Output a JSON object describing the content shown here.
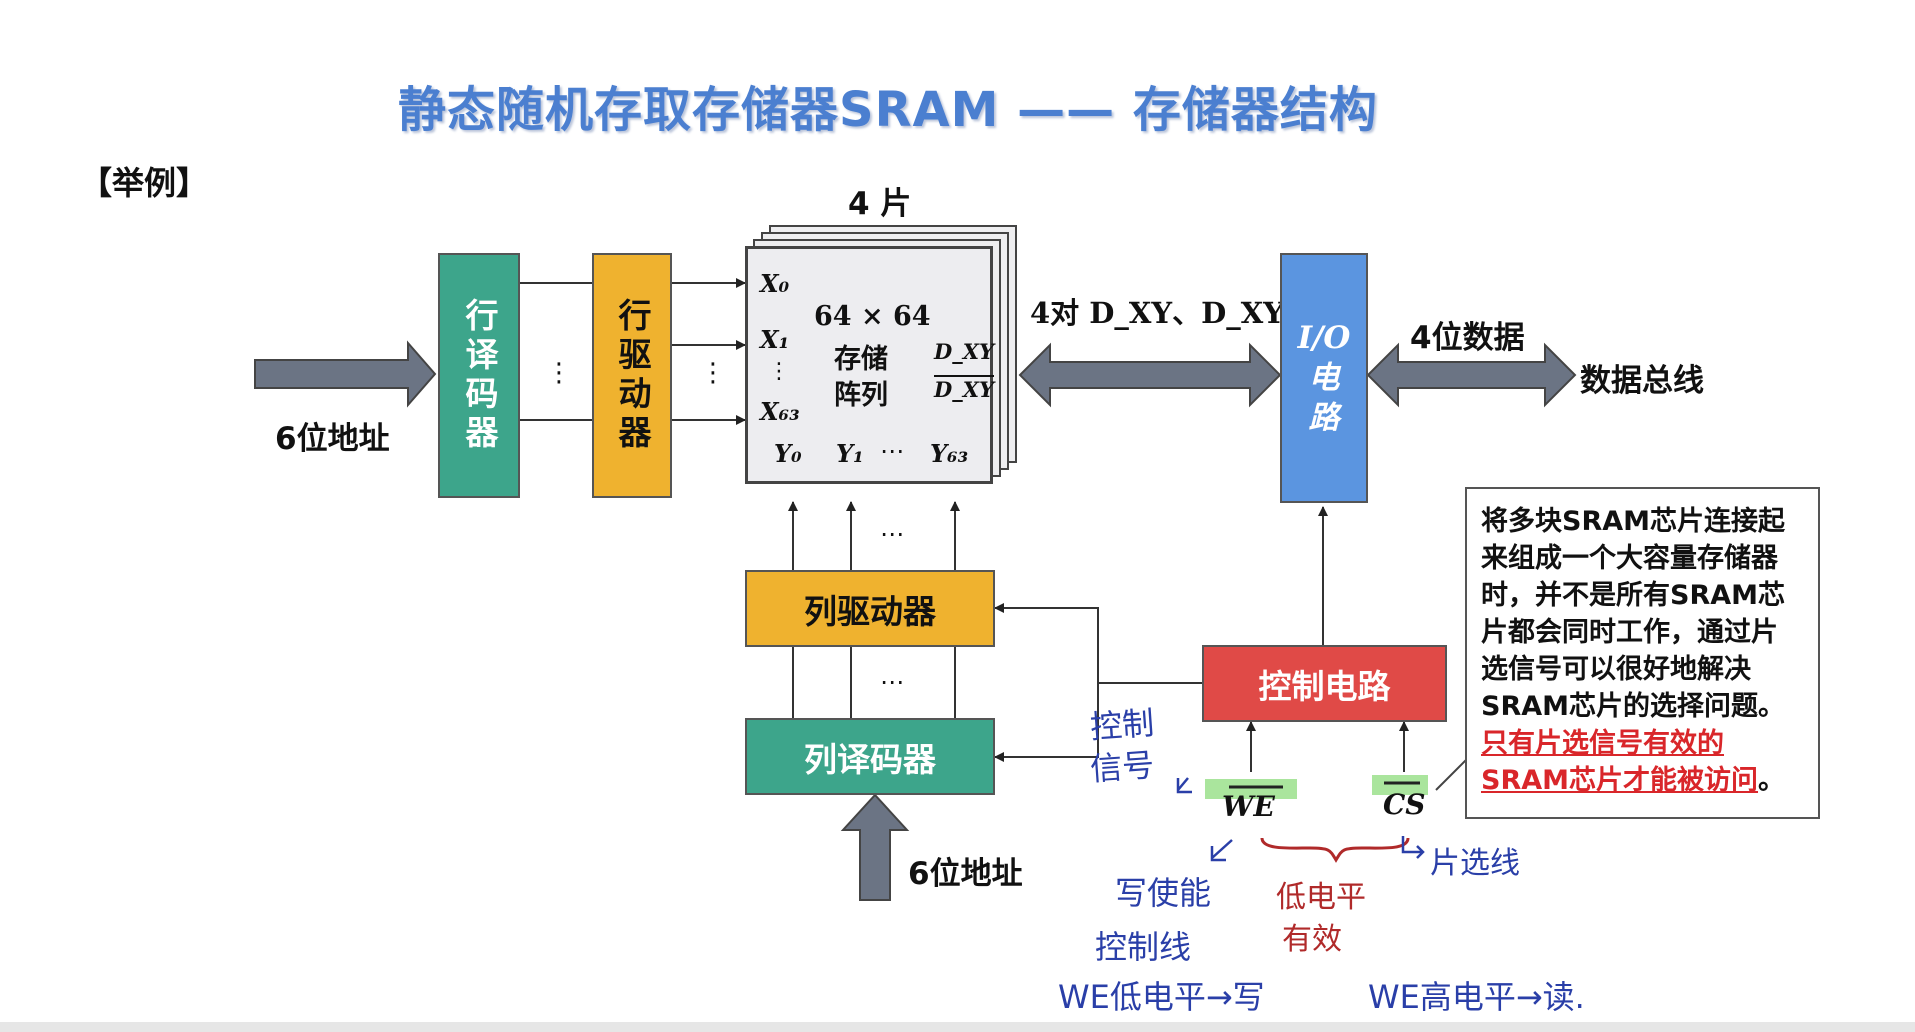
{
  "title": "静态随机存取存储器SRAM —— 存储器结构",
  "example_label": "【举例】",
  "left_address": "6位地址",
  "row_decoder": "行译码器",
  "row_driver": "行驱动器",
  "chips_label": "4 片",
  "array": {
    "size": "64 × 64",
    "name_line1": "存储",
    "name_line2": "阵列",
    "x0": "X₀",
    "x1": "X₁",
    "x63": "X₆₃",
    "dxy": "D_XY",
    "dxy_bar": "D_XY",
    "y0": "Y₀",
    "y1": "Y₁",
    "ydots": "⋯",
    "y63": "Y₆₃",
    "vdots": "⋮"
  },
  "pairs_label": "4对 D_XY、D_XY",
  "io_circuit": "I/O 电路",
  "data_bits": "4位数据",
  "data_bus": "数据总线",
  "col_driver": "列驱动器",
  "col_decoder": "列译码器",
  "bottom_address": "6位地址",
  "control_circuit": "控制电路",
  "we": "WE",
  "cs": "CS",
  "dots_h": "⋯",
  "dots_v": "⋮",
  "note": {
    "normal": "将多块SRAM芯片连接起来组成一个大容量存储器时，并不是所有SRAM芯片都会同时工作，通过片选信号可以很好地解决SRAM芯片的选择问题。",
    "highlight": "只有片选信号有效的SRAM芯片才能被访问",
    "end": "。"
  },
  "handwriting": {
    "control_signal_1": "控制",
    "control_signal_2": "信号",
    "write_enable": "写使能",
    "control_line": "控制线",
    "low_level": "低电平",
    "active": "有效",
    "chip_select_line": "片选线",
    "we_low": "WE低电平→写",
    "we_high": "WE高电平→读."
  },
  "colors": {
    "green": "#3da58b",
    "yellow": "#efb22f",
    "blue": "#5b95e0",
    "red": "#e04a47",
    "arrow_gray": "#6b7484",
    "pen_blue": "#2a3fa8",
    "pen_red": "#b02a2a"
  }
}
